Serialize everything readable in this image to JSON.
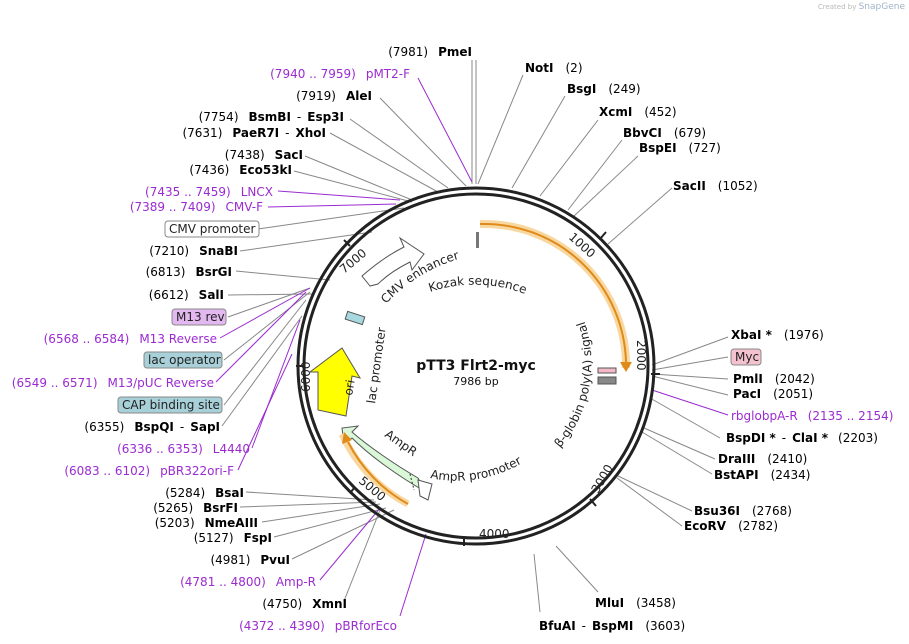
{
  "watermark": {
    "prefix": "Created by",
    "brand": "SnapGene"
  },
  "plasmid": {
    "name": "pTT3 Flrt2-myc",
    "size": "7986 bp"
  },
  "ticks": [
    "1000",
    "2000",
    "3000",
    "4000",
    "5000",
    "6000",
    "7000"
  ],
  "features": {
    "cmv_enhancer": "CMV enhancer",
    "kozak": "Kozak sequence",
    "bglobin": "β-globin poly(A) signal",
    "ampr": "AmpR",
    "ampr_promoter": "AmpR promoter",
    "lac_promoter": "lac promoter",
    "ori": "ori"
  },
  "right_labels": [
    {
      "pos": "(2)",
      "name": "NotI"
    },
    {
      "name": "BsgI",
      "pos": "(249)"
    },
    {
      "name": "XcmI",
      "pos": "(452)"
    },
    {
      "name": "BbvCI",
      "pos": "(679)"
    },
    {
      "name": "BspEI",
      "pos": "(727)"
    },
    {
      "name": "SacII",
      "pos": "(1052)"
    },
    {
      "name": "XbaI *",
      "pos": "(1976)"
    },
    {
      "box": "Myc"
    },
    {
      "name": "PmlI",
      "pos": "(2042)"
    },
    {
      "name": "PacI",
      "pos": "(2051)"
    },
    {
      "primer": "rbglobpA-R",
      "pos": "(2135 .. 2154)"
    },
    {
      "name": "BspDI *",
      "sep": "-",
      "name2": "ClaI *",
      "pos": "(2203)"
    },
    {
      "name": "DraIII",
      "pos": "(2410)"
    },
    {
      "name": "BstAPI",
      "pos": "(2434)"
    },
    {
      "name": "Bsu36I",
      "pos": "(2768)"
    },
    {
      "name": "EcoRV",
      "pos": "(2782)"
    },
    {
      "name": "MluI",
      "pos": "(3458)"
    },
    {
      "name": "BfuAI",
      "sep": "-",
      "name2": "BspMI",
      "pos": "(3603)"
    }
  ],
  "left_labels": [
    {
      "pos": "(7981)",
      "name": "PmeI"
    },
    {
      "primer": "pMT2-F",
      "pos": "(7940 .. 7959)"
    },
    {
      "pos": "(7919)",
      "name": "AleI"
    },
    {
      "pos": "(7754)",
      "name": "BsmBI",
      "sep": "-",
      "name2": "Esp3I"
    },
    {
      "pos": "(7631)",
      "name": "PaeR7I",
      "sep": "-",
      "name2": "XhoI"
    },
    {
      "pos": "(7438)",
      "name": "SacI"
    },
    {
      "pos": "(7436)",
      "name": "Eco53kI"
    },
    {
      "primer": "LNCX",
      "pos": "(7435 .. 7459)"
    },
    {
      "primer": "CMV-F",
      "pos": "(7389 .. 7409)"
    },
    {
      "box": "CMV promoter"
    },
    {
      "pos": "(7210)",
      "name": "SnaBI"
    },
    {
      "pos": "(6813)",
      "name": "BsrGI"
    },
    {
      "pos": "(6612)",
      "name": "SalI"
    },
    {
      "box": "M13 rev"
    },
    {
      "primer": "M13 Reverse",
      "pos": "(6568 .. 6584)"
    },
    {
      "box": "lac operator"
    },
    {
      "primer": "M13/pUC Reverse",
      "pos": "(6549 .. 6571)"
    },
    {
      "box": "CAP binding site"
    },
    {
      "pos": "(6355)",
      "name": "BspQI",
      "sep": "-",
      "name2": "SapI"
    },
    {
      "primer": "L4440",
      "pos": "(6336 .. 6353)"
    },
    {
      "primer": "pBR322ori-F",
      "pos": "(6083 .. 6102)"
    },
    {
      "pos": "(5284)",
      "name": "BsaI"
    },
    {
      "pos": "(5265)",
      "name": "BsrFI"
    },
    {
      "pos": "(5203)",
      "name": "NmeAIII"
    },
    {
      "pos": "(5127)",
      "name": "FspI"
    },
    {
      "pos": "(4981)",
      "name": "PvuI"
    },
    {
      "primer": "Amp-R",
      "pos": "(4781 .. 4800)"
    },
    {
      "pos": "(4750)",
      "name": "XmnI"
    },
    {
      "primer": "pBRforEco",
      "pos": "(4372 .. 4390)"
    }
  ]
}
